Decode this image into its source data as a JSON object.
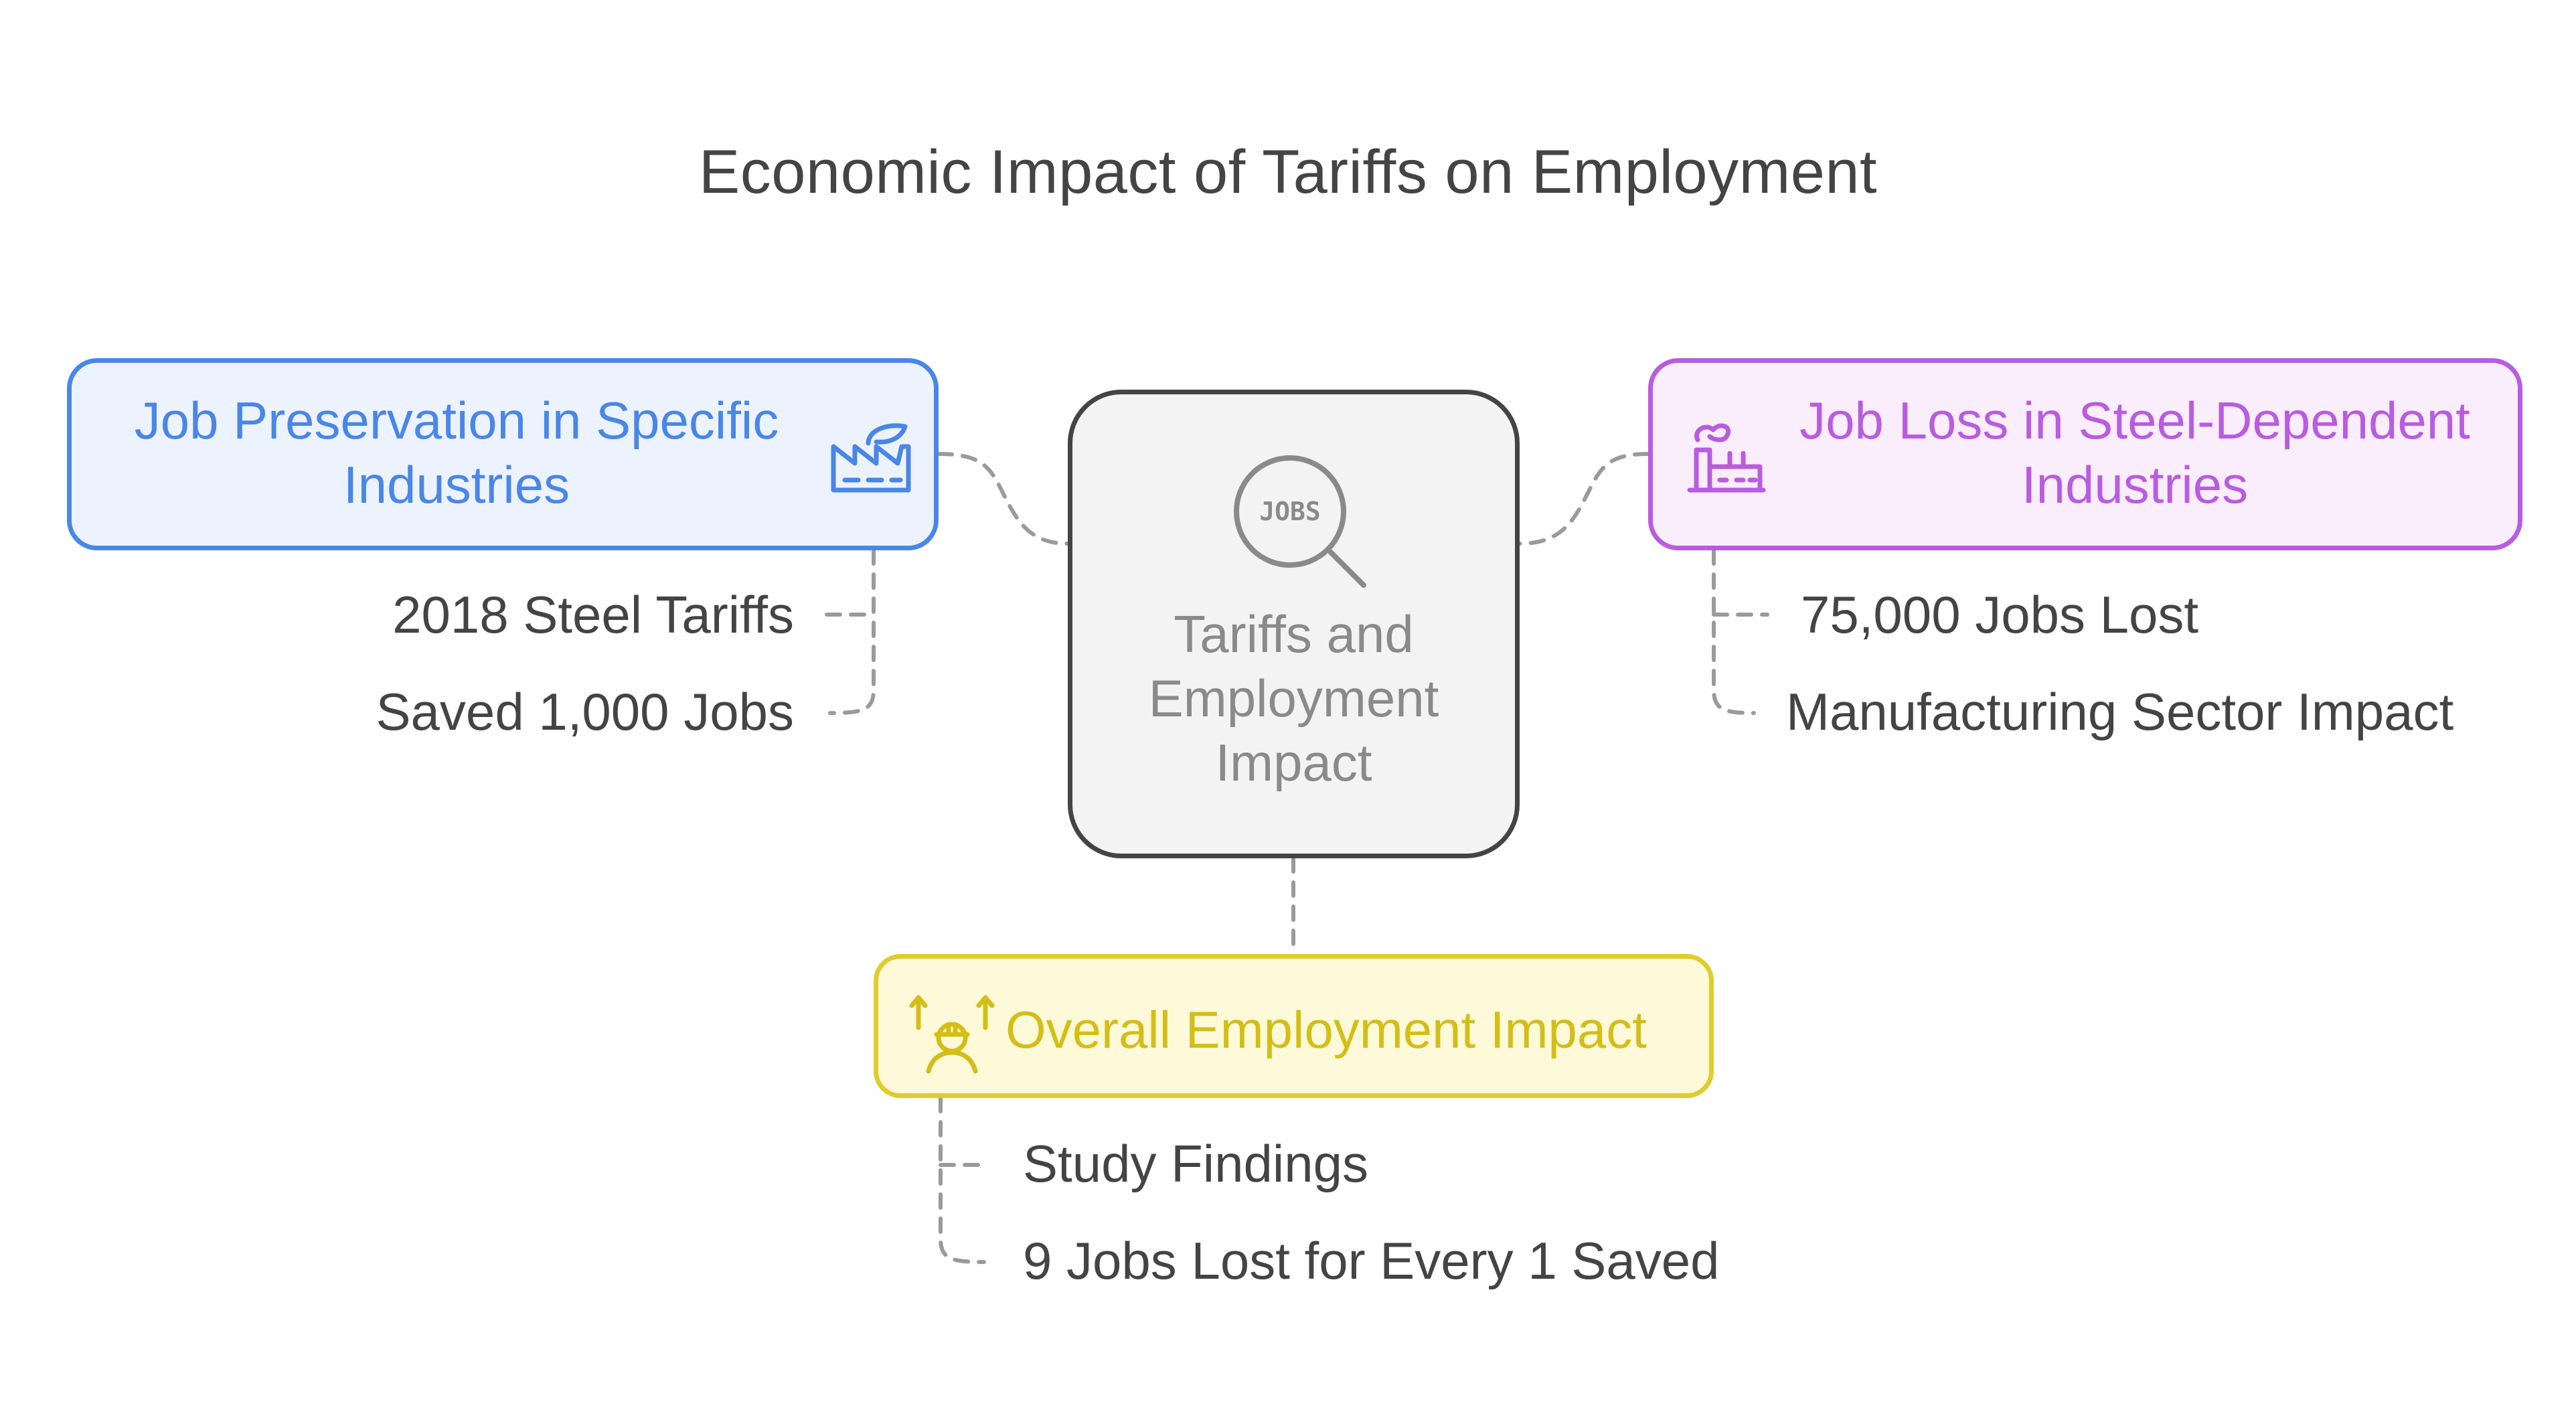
{
  "title": "Economic Impact of Tariffs on Employment",
  "center": {
    "label_lines": [
      "Tariffs and",
      "Employment",
      "Impact"
    ],
    "icon": "jobs-magnifier-icon",
    "icon_text": "JOBS",
    "colors": {
      "border": "#444444",
      "fill": "#F3F3F3",
      "text": "#8A8A8A"
    }
  },
  "nodes": {
    "left": {
      "label_lines": [
        "Job Preservation in Specific",
        "Industries"
      ],
      "icon": "factory-icon",
      "colors": {
        "border": "#4A86E8",
        "fill": "#EDF3FE",
        "text": "#4A86E8"
      },
      "details": [
        "2018 Steel Tariffs",
        "Saved 1,000 Jobs"
      ]
    },
    "right": {
      "label_lines": [
        "Job Loss in Steel-Dependent",
        "Industries"
      ],
      "icon": "industrial-plant-icon",
      "colors": {
        "border": "#B85CE0",
        "fill": "#FAEEFD",
        "text": "#B85CE0"
      },
      "details": [
        "75,000 Jobs Lost",
        "Manufacturing Sector Impact"
      ]
    },
    "bottom": {
      "label_lines": [
        "Overall Employment Impact"
      ],
      "icon": "worker-growth-icon",
      "colors": {
        "border": "#E0CC2A",
        "fill": "#FEF9D8",
        "text": "#D4BE16"
      },
      "details": [
        "Study Findings",
        "9 Jobs Lost for Every 1 Saved"
      ]
    }
  },
  "connector_color": "#9A9A9A"
}
